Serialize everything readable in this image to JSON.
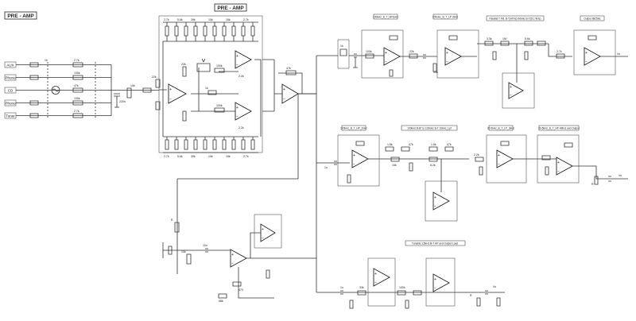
{
  "title": "PRE - AMP",
  "inputs": [
    "AUX",
    "Phono",
    "CD",
    "Phono",
    "Tuner"
  ],
  "amp_plus": "+",
  "amp_minus": "−",
  "blocks": {
    "b1": "100kHz_B_T_HP1kHz",
    "b2": "100kHz_B_T_LP 2kHz",
    "b3": "Parallel T Filt. B-T(47Hz)-90kHz B-T(91.7kHz)",
    "b4": "Output 8k25Hz",
    "b5": "100kHz_B_T_HP_2kHz",
    "b6": "100kHz B-B* to 100kHz B-T 10kHz_Lpf",
    "b7": "20-5kHz_B_T_LP_3kHz",
    "b8": "20-5kHz_B_T_HP-4MHz and Output",
    "b9": "Tunable 1.5kHz B-T HP and Output Load"
  },
  "labels": {
    "l1": "1k",
    "l2": "2.7k",
    "l3": "3.3k",
    "l4": "4.7k",
    "l5": "10k",
    "l6": "22k",
    "l7": "47k",
    "l8": "100k",
    "l9": "1M",
    "l10": "2.2k",
    "l11": "33k",
    "l12": "68k",
    "l13": "220n",
    "l14": "10n",
    "l15": "1u",
    "l16": "5.6k",
    "l17": "15k",
    "l18": "R",
    "l19": "C",
    "l20": "Vo",
    "l21": "2.7k",
    "l22": "470",
    "l23": "1.8k",
    "l24": "8.2k",
    "l25": "39k"
  }
}
